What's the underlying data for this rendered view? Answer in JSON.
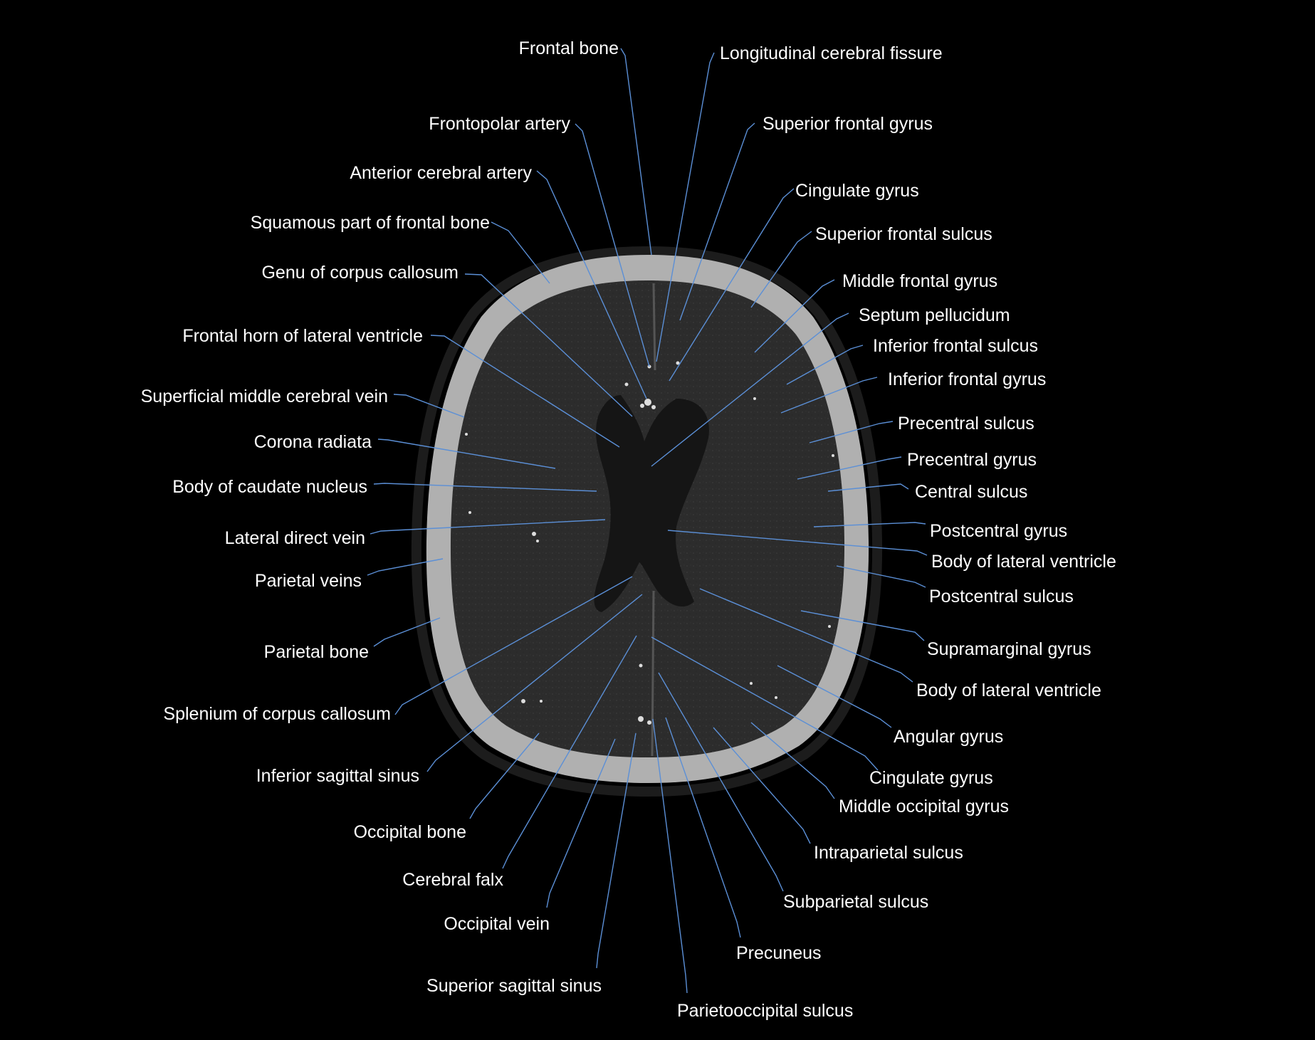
{
  "image": {
    "background": "#000000",
    "label_color": "#ffffff",
    "leader_color": "#5b8fd6"
  },
  "labels": [
    {
      "id": "frontal-bone",
      "text": "Frontal bone"
    },
    {
      "id": "longitudinal-cerebral-fissure",
      "text": "Longitudinal cerebral fissure"
    },
    {
      "id": "frontopolar-artery",
      "text": "Frontopolar artery"
    },
    {
      "id": "superior-frontal-gyrus",
      "text": "Superior frontal gyrus"
    },
    {
      "id": "anterior-cerebral-artery",
      "text": "Anterior cerebral artery"
    },
    {
      "id": "cingulate-gyrus-upper",
      "text": "Cingulate gyrus"
    },
    {
      "id": "squamous-part-of-frontal-bone",
      "text": "Squamous part of frontal bone"
    },
    {
      "id": "superior-frontal-sulcus",
      "text": "Superior frontal sulcus"
    },
    {
      "id": "genu-of-corpus-callosum",
      "text": "Genu of corpus callosum"
    },
    {
      "id": "middle-frontal-gyrus",
      "text": "Middle frontal gyrus"
    },
    {
      "id": "septum-pellucidum",
      "text": "Septum pellucidum"
    },
    {
      "id": "frontal-horn-of-lateral-ventricle",
      "text": "Frontal horn of lateral ventricle"
    },
    {
      "id": "inferior-frontal-sulcus",
      "text": "Inferior frontal sulcus"
    },
    {
      "id": "inferior-frontal-gyrus",
      "text": "Inferior frontal gyrus"
    },
    {
      "id": "superficial-middle-cerebral-vein",
      "text": "Superficial middle cerebral vein"
    },
    {
      "id": "precentral-sulcus",
      "text": "Precentral sulcus"
    },
    {
      "id": "corona-radiata",
      "text": "Corona radiata"
    },
    {
      "id": "precentral-gyrus",
      "text": "Precentral gyrus"
    },
    {
      "id": "body-of-caudate-nucleus",
      "text": "Body of caudate nucleus"
    },
    {
      "id": "central-sulcus",
      "text": "Central sulcus"
    },
    {
      "id": "postcentral-gyrus",
      "text": "Postcentral gyrus"
    },
    {
      "id": "lateral-direct-vein",
      "text": "Lateral direct vein"
    },
    {
      "id": "body-of-lateral-ventricle-upper",
      "text": "Body of lateral ventricle"
    },
    {
      "id": "parietal-veins",
      "text": "Parietal veins"
    },
    {
      "id": "postcentral-sulcus",
      "text": "Postcentral sulcus"
    },
    {
      "id": "supramarginal-gyrus",
      "text": "Supramarginal gyrus"
    },
    {
      "id": "parietal-bone",
      "text": "Parietal bone"
    },
    {
      "id": "body-of-lateral-ventricle-lower",
      "text": "Body of lateral ventricle"
    },
    {
      "id": "splenium-of-corpus-callosum",
      "text": "Splenium of corpus callosum"
    },
    {
      "id": "angular-gyrus",
      "text": "Angular gyrus"
    },
    {
      "id": "inferior-sagittal-sinus",
      "text": "Inferior sagittal sinus"
    },
    {
      "id": "cingulate-gyrus-lower",
      "text": "Cingulate gyrus"
    },
    {
      "id": "middle-occipital-gyrus",
      "text": "Middle occipital gyrus"
    },
    {
      "id": "occipital-bone",
      "text": "Occipital bone"
    },
    {
      "id": "intraparietal-sulcus",
      "text": "Intraparietal sulcus"
    },
    {
      "id": "cerebral-falx",
      "text": "Cerebral falx"
    },
    {
      "id": "subparietal-sulcus",
      "text": "Subparietal sulcus"
    },
    {
      "id": "occipital-vein",
      "text": "Occipital vein"
    },
    {
      "id": "precuneus",
      "text": "Precuneus"
    },
    {
      "id": "superior-sagittal-sinus",
      "text": "Superior sagittal sinus"
    },
    {
      "id": "parietooccipital-sulcus",
      "text": "Parietooccipital sulcus"
    }
  ]
}
